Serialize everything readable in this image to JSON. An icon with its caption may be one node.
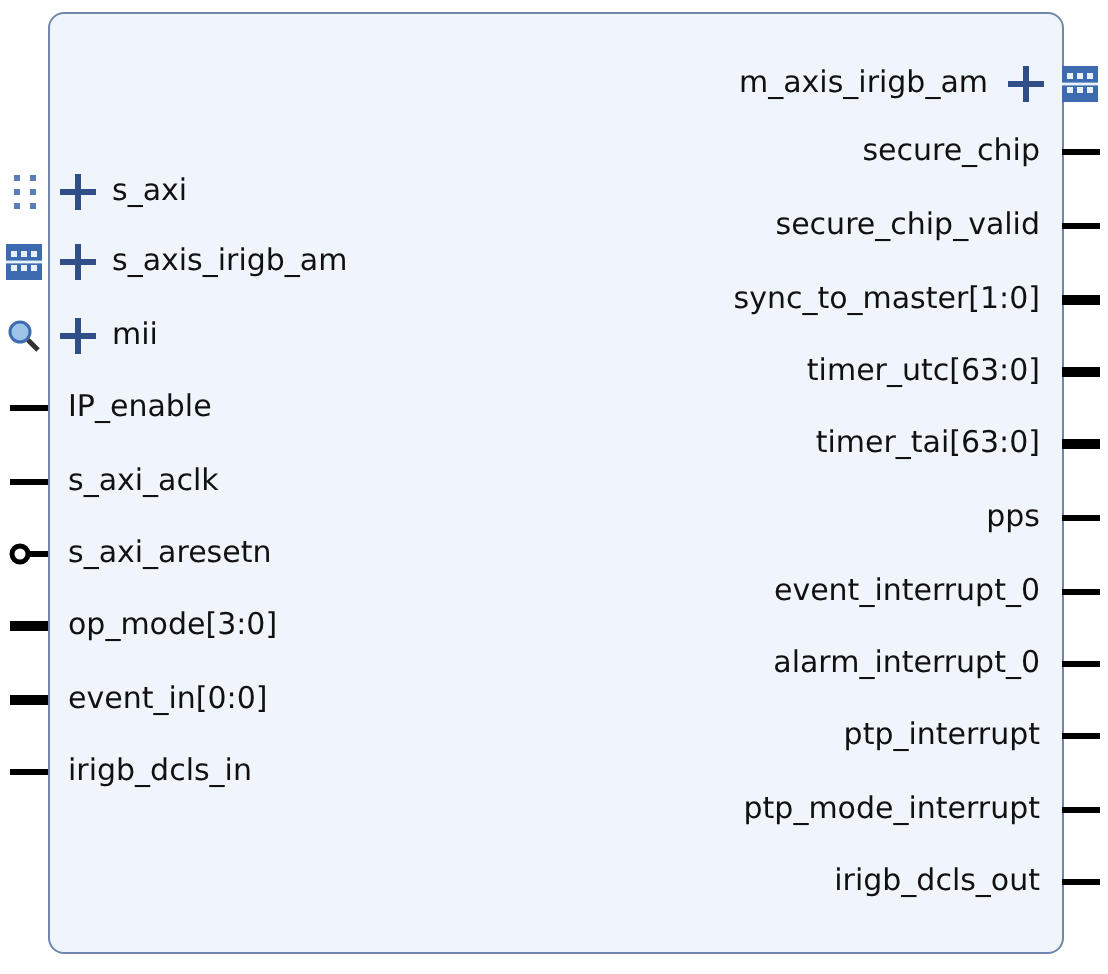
{
  "diagram": {
    "nodes": [
      {
        "text": [],
        "shape": "box"
      }
    ],
    "labels": [
      "s_axi",
      "s_axis_irigb_am",
      "mii",
      "IP_enable",
      "s_axi_aclk",
      "s_axi_aresetn",
      "op_mode[3:0]",
      "event_in[0:0]",
      "irigb_dcls_in",
      "m_axis_irigb_am",
      "secure_chip",
      "secure_chip_valid",
      "sync_to_master[1:0]",
      "timer_utc[63:0]",
      "timer_tai[63:0]",
      "pps",
      "event_interrupt_0",
      "alarm_interrupt_0",
      "ptp_interrupt",
      "ptp_mode_interrupt",
      "irigb_dcls_out"
    ]
  }
}
